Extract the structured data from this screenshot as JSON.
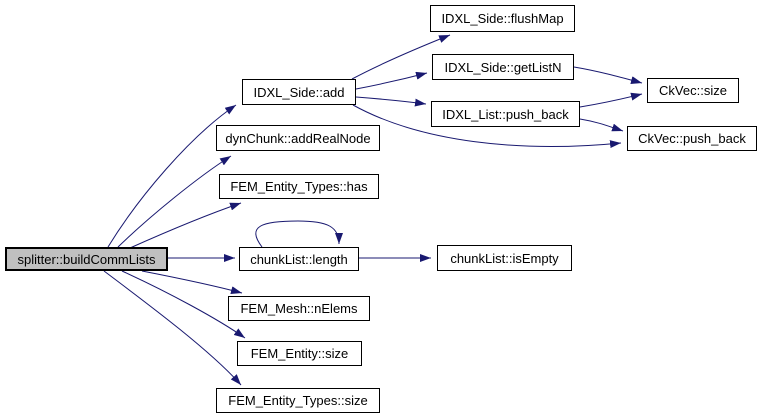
{
  "graph": {
    "type": "call-graph",
    "colors": {
      "edge": "#191970",
      "node_border": "#000000",
      "node_fill": "#ffffff",
      "root_fill": "#c0c0c0",
      "text": "#000000",
      "background": "#ffffff"
    },
    "nodes": [
      {
        "label": "splitter::buildCommLists",
        "highlighted": true
      },
      {
        "label": "IDXL_Side::add",
        "highlighted": false
      },
      {
        "label": "dynChunk::addRealNode",
        "highlighted": false
      },
      {
        "label": "FEM_Entity_Types::has",
        "highlighted": false
      },
      {
        "label": "chunkList::length",
        "highlighted": false
      },
      {
        "label": "FEM_Mesh::nElems",
        "highlighted": false
      },
      {
        "label": "FEM_Entity::size",
        "highlighted": false
      },
      {
        "label": "FEM_Entity_Types::size",
        "highlighted": false
      },
      {
        "label": "IDXL_Side::flushMap",
        "highlighted": false
      },
      {
        "label": "IDXL_Side::getListN",
        "highlighted": false
      },
      {
        "label": "IDXL_List::push_back",
        "highlighted": false
      },
      {
        "label": "CkVec::size",
        "highlighted": false
      },
      {
        "label": "CkVec::push_back",
        "highlighted": false
      },
      {
        "label": "chunkList::isEmpty",
        "highlighted": false
      }
    ],
    "edges": [
      {
        "from": "splitter::buildCommLists",
        "to": "IDXL_Side::add"
      },
      {
        "from": "splitter::buildCommLists",
        "to": "dynChunk::addRealNode"
      },
      {
        "from": "splitter::buildCommLists",
        "to": "FEM_Entity_Types::has"
      },
      {
        "from": "splitter::buildCommLists",
        "to": "chunkList::length"
      },
      {
        "from": "splitter::buildCommLists",
        "to": "FEM_Mesh::nElems"
      },
      {
        "from": "splitter::buildCommLists",
        "to": "FEM_Entity::size"
      },
      {
        "from": "splitter::buildCommLists",
        "to": "FEM_Entity_Types::size"
      },
      {
        "from": "IDXL_Side::add",
        "to": "IDXL_Side::flushMap"
      },
      {
        "from": "IDXL_Side::add",
        "to": "IDXL_Side::getListN"
      },
      {
        "from": "IDXL_Side::add",
        "to": "IDXL_List::push_back"
      },
      {
        "from": "IDXL_Side::add",
        "to": "CkVec::push_back"
      },
      {
        "from": "IDXL_Side::getListN",
        "to": "CkVec::size"
      },
      {
        "from": "IDXL_List::push_back",
        "to": "CkVec::size"
      },
      {
        "from": "IDXL_List::push_back",
        "to": "CkVec::push_back"
      },
      {
        "from": "chunkList::length",
        "to": "chunkList::length"
      },
      {
        "from": "chunkList::length",
        "to": "chunkList::isEmpty"
      }
    ]
  }
}
